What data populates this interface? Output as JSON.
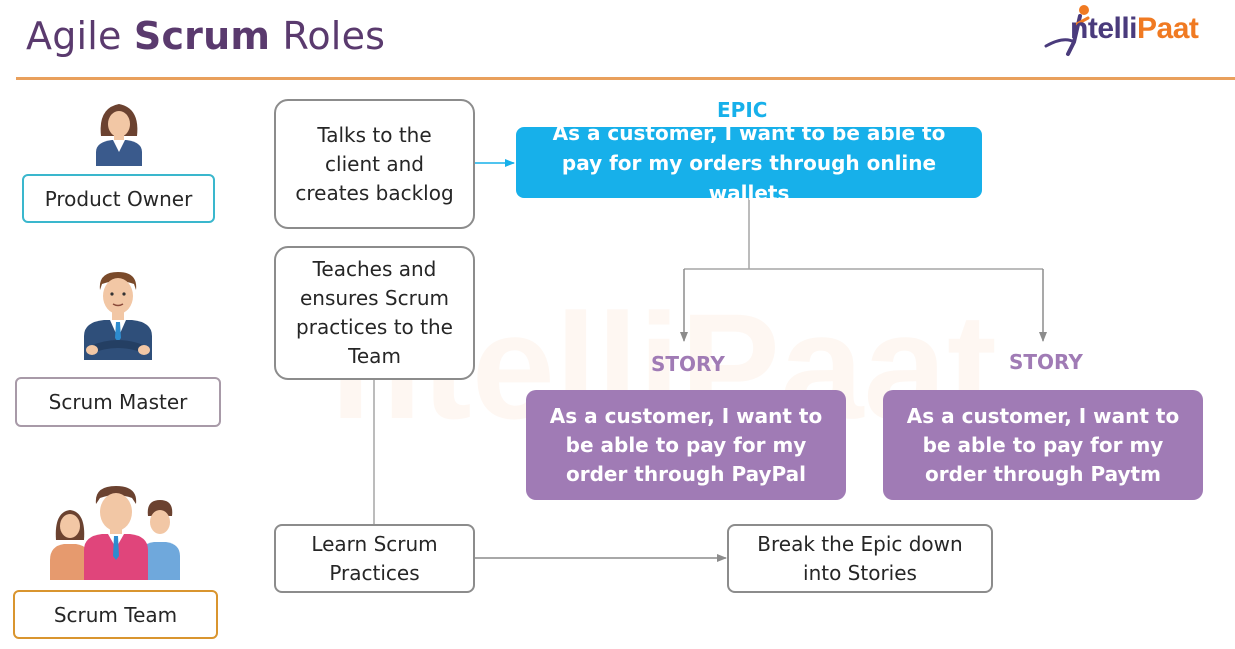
{
  "slide": {
    "title_part1": "Agile ",
    "title_part2": "Scrum",
    "title_part3": " Roles"
  },
  "logo": {
    "part1": "ntelli",
    "part2": "Paat"
  },
  "roles": {
    "product_owner": "Product Owner",
    "scrum_master": "Scrum Master",
    "scrum_team": "Scrum Team"
  },
  "responsibilities": {
    "product_owner": "Talks to the client and creates backlog",
    "scrum_master": "Teaches and ensures Scrum practices to the Team",
    "scrum_team": "Learn Scrum Practices",
    "breakdown": "Break the Epic down into Stories"
  },
  "epic": {
    "heading": "EPIC",
    "text": "As a customer, I want to be able to pay for my orders through online wallets"
  },
  "stories": [
    {
      "heading": "STORY",
      "text": "As a customer, I want to be able to pay for my order through PayPal"
    },
    {
      "heading": "STORY",
      "text": "As a customer, I want to be able to pay for my order through Paytm"
    }
  ],
  "colors": {
    "title": "#5a3a6e",
    "rule": "#e9a05c",
    "epic": "#17b0ea",
    "story": "#a07bb5",
    "product_owner_border": "#3ab7cd",
    "scrum_master_border": "#a89aa8",
    "scrum_team_border": "#d9952f"
  },
  "icons": {
    "product_owner": "woman-avatar-icon",
    "scrum_master": "businessman-avatar-icon",
    "scrum_team": "team-group-icon",
    "logo_figure": "jumping-person-icon"
  }
}
